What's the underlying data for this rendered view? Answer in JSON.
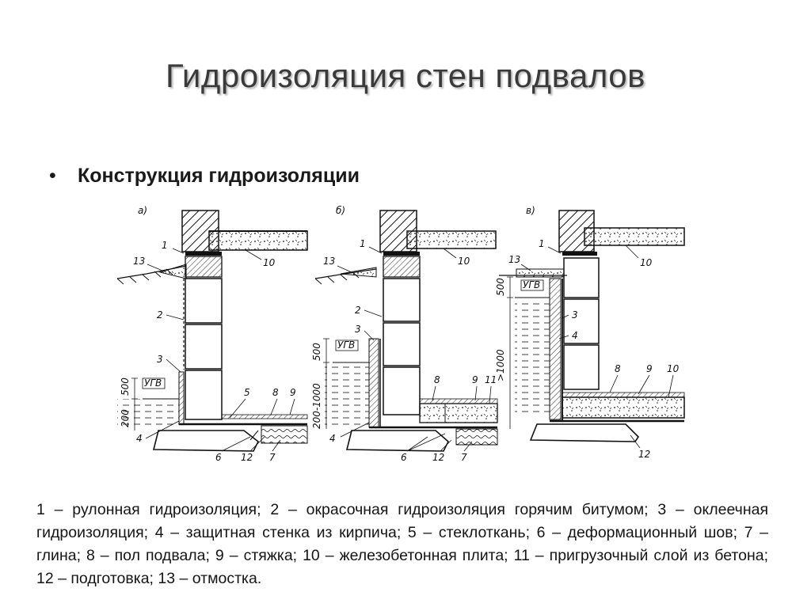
{
  "slide": {
    "title": "Гидроизоляция стен подвалов",
    "bullet": "Конструкция гидроизоляции",
    "legend": "1 – рулонная гидроизоляция; 2 – окрасочная гидроизоляция горячим битумом; 3 – оклеечная гидроизоляция; 4 – защитная стенка из кирпича; 5 – стеклоткань; 6 – деформационный шов; 7 – глина; 8 – пол подвала; 9 – стяжка; 10 – железобетонная плита; 11 – пригрузочный слой из бетона; 12 – подготовка; 13 – отмостка."
  },
  "diagram": {
    "a": {
      "letter": "а)",
      "callouts": [
        "1",
        "13",
        "2",
        "3",
        "5",
        "8",
        "9",
        "4",
        "6",
        "12",
        "7",
        "10"
      ],
      "level": "УГВ",
      "dims": [
        "500",
        "200"
      ]
    },
    "b": {
      "letter": "б)",
      "callouts": [
        "1",
        "13",
        "2",
        "3",
        "8",
        "9",
        "11",
        "4",
        "6",
        "12",
        "7",
        "10"
      ],
      "level": "УГВ",
      "dims": [
        "500",
        "200-1000"
      ]
    },
    "c": {
      "letter": "в)",
      "callouts": [
        "1",
        "13",
        "3",
        "4",
        "8",
        "9",
        "10",
        "12",
        "10"
      ],
      "level": "УГВ",
      "dims": [
        "500",
        ">1000"
      ]
    }
  }
}
